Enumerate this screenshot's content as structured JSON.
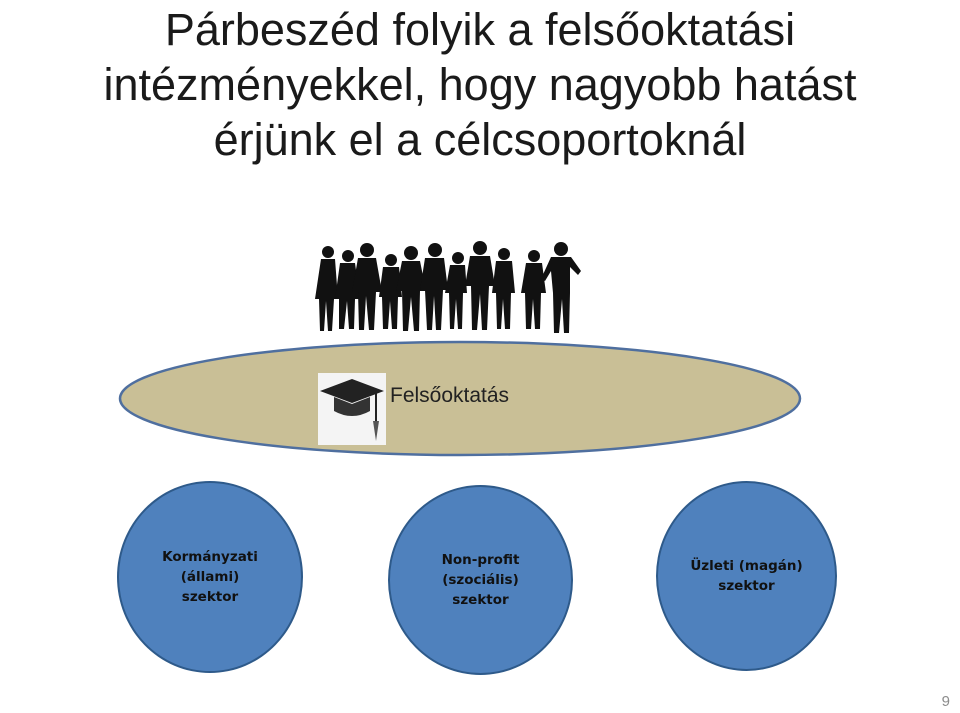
{
  "title": {
    "line1": "Párbeszéd folyik a felsőoktatási",
    "line2": "intézményekkel, hogy nagyobb hatást",
    "line3": "érjünk el a célcsoportoknál"
  },
  "center": {
    "label": "Felsőoktatás",
    "icon": "graduation-cap-icon",
    "fill": "#c9bf96"
  },
  "sectors": [
    {
      "label": "Kormányzati\n(állami)\nszektor"
    },
    {
      "label": "Non-profit\n(szociális)\nszektor"
    },
    {
      "label": "Üzleti (magán)\nszektor"
    }
  ],
  "sector_color": "#4f81bd",
  "page_number": "9"
}
